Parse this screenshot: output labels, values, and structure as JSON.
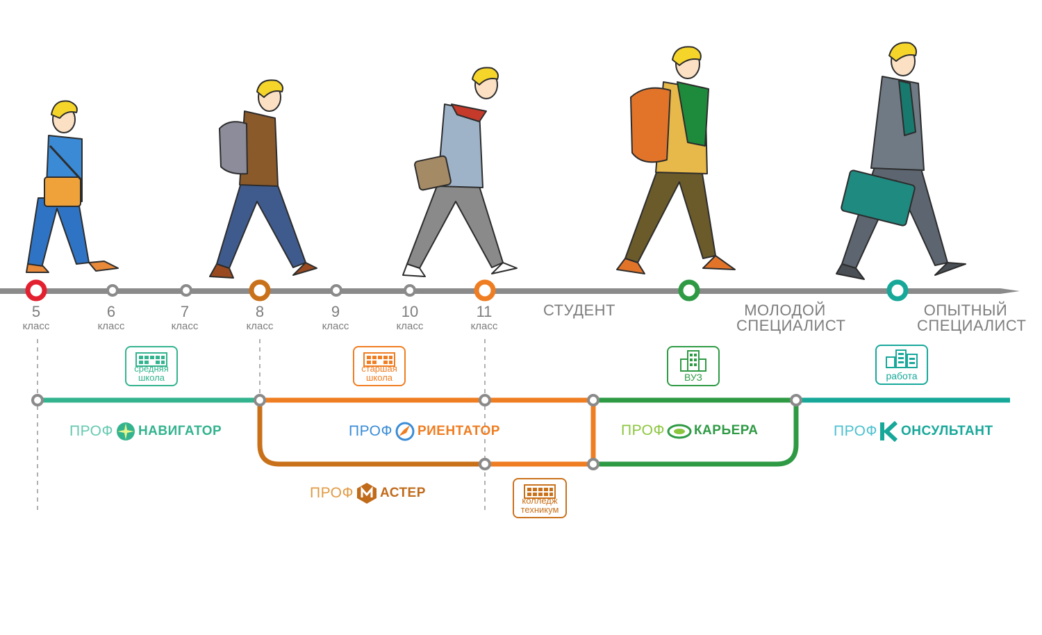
{
  "grades": [
    {
      "num": "5",
      "sub": "класс"
    },
    {
      "num": "6",
      "sub": "класс"
    },
    {
      "num": "7",
      "sub": "класс"
    },
    {
      "num": "8",
      "sub": "класс"
    },
    {
      "num": "9",
      "sub": "класс"
    },
    {
      "num": "10",
      "sub": "класс"
    },
    {
      "num": "11",
      "sub": "класс"
    }
  ],
  "stages": {
    "student": "СТУДЕНТ",
    "young_line1": "МОЛОДОЙ",
    "young_line2": "СПЕЦИАЛИСТ",
    "experienced_line1": "ОПЫТНЫЙ",
    "experienced_line2": "СПЕЦИАЛИСТ"
  },
  "institutions": {
    "middle_school": "средняя школа",
    "high_school": "старшая школа",
    "university": "ВУЗ",
    "work": "работа",
    "college": "колледж техникум"
  },
  "programs": {
    "navigator": {
      "prefix": "ПРОФ",
      "name": "НАВИГАТОР"
    },
    "orientator": {
      "prefix": "ПРОФ",
      "name": "РИЕНТАТОР"
    },
    "master": {
      "prefix": "ПРОФ",
      "name": "АСТЕР"
    },
    "career": {
      "prefix": "ПРОФ",
      "name": "КАРЬЕРА"
    },
    "consultant": {
      "prefix": "ПРОФ",
      "name": "ОНСУЛЬТАНТ"
    }
  },
  "colors": {
    "timeline": "#8a8a8a",
    "red": "#e3202f",
    "orange_dark": "#c9711a",
    "orange": "#ef7d22",
    "green": "#2e9a44",
    "teal": "#17a89a",
    "navigator": "#33b38e",
    "master": "#c06a1a"
  }
}
